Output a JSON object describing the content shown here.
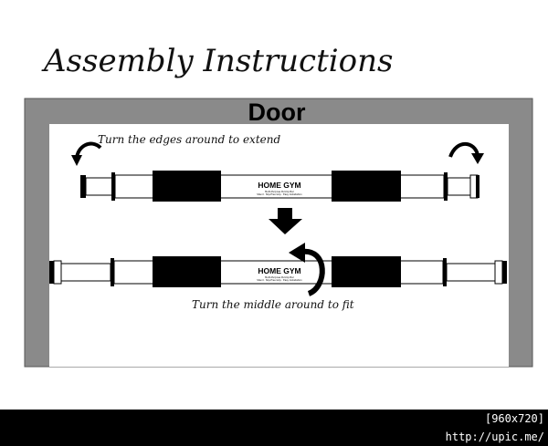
{
  "title": "Assembly Instructions",
  "door_label": "Door",
  "step1_instruction": "Turn the edges around to extend",
  "step2_instruction": "Turn the middle around to fit",
  "brand": {
    "name": "HOME GYM",
    "fine_print_1": "Multi-Purpose Pull-Up Bar",
    "fine_print_2": "Stand · Slip-Free Grip · Easy Installation"
  },
  "watermark": "[960x720] http://upic.me/",
  "colors": {
    "door_frame": "#8a8a8a",
    "door_inner": "#ffffff",
    "grip": "#000000",
    "bar": "#ffffff",
    "arrow": "#000000"
  }
}
